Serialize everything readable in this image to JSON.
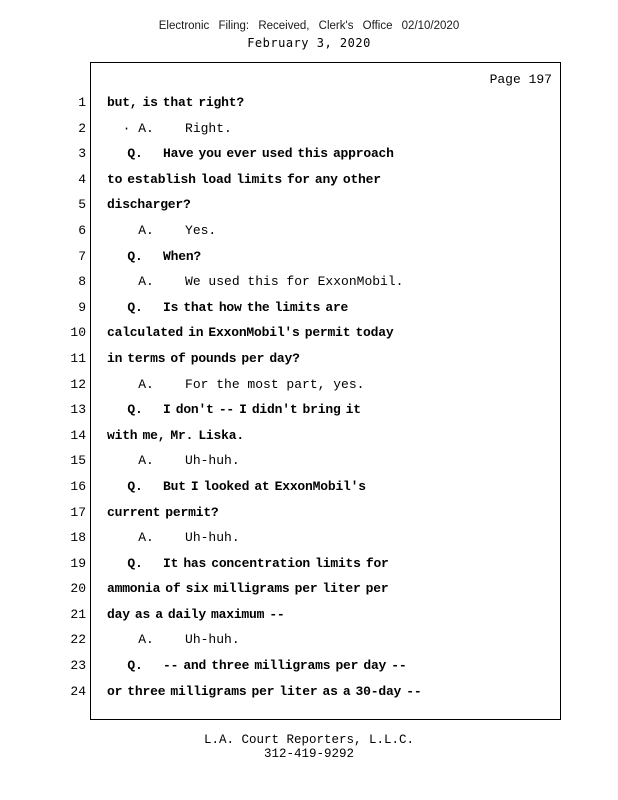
{
  "header": {
    "filing_line": "Electronic Filing: Received, Clerk's Office 02/10/2020",
    "date_line": "February 3, 2020"
  },
  "transcript": {
    "page_label": "Page 197",
    "lines": [
      {
        "num": 1,
        "text": "but, is that right?",
        "bold": true
      },
      {
        "num": 2,
        "text": "  · A.    Right.",
        "bold": false
      },
      {
        "num": 3,
        "text": "    Q.    Have you ever used this approach",
        "bold": true
      },
      {
        "num": 4,
        "text": "to establish load limits for any other",
        "bold": true
      },
      {
        "num": 5,
        "text": "discharger?",
        "bold": true
      },
      {
        "num": 6,
        "text": "    A.    Yes.",
        "bold": false
      },
      {
        "num": 7,
        "text": "    Q.    When?",
        "bold": true
      },
      {
        "num": 8,
        "text": "    A.    We used this for ExxonMobil.",
        "bold": false
      },
      {
        "num": 9,
        "text": "    Q.    Is that how the limits are",
        "bold": true
      },
      {
        "num": 10,
        "text": "calculated in ExxonMobil's permit today",
        "bold": true
      },
      {
        "num": 11,
        "text": "in terms of pounds per day?",
        "bold": true
      },
      {
        "num": 12,
        "text": "    A.    For the most part, yes.",
        "bold": false
      },
      {
        "num": 13,
        "text": "    Q.    I don't -- I didn't bring it",
        "bold": true
      },
      {
        "num": 14,
        "text": "with me, Mr. Liska.",
        "bold": true
      },
      {
        "num": 15,
        "text": "    A.    Uh-huh.",
        "bold": false
      },
      {
        "num": 16,
        "text": "    Q.    But I looked at ExxonMobil's",
        "bold": true
      },
      {
        "num": 17,
        "text": "current permit?",
        "bold": true
      },
      {
        "num": 18,
        "text": "    A.    Uh-huh.",
        "bold": false
      },
      {
        "num": 19,
        "text": "    Q.    It has concentration limits for",
        "bold": true
      },
      {
        "num": 20,
        "text": "ammonia of six milligrams per liter per",
        "bold": true
      },
      {
        "num": 21,
        "text": "day as a daily maximum --",
        "bold": true
      },
      {
        "num": 22,
        "text": "    A.    Uh-huh.",
        "bold": false
      },
      {
        "num": 23,
        "text": "    Q.    -- and three milligrams per day --",
        "bold": true
      },
      {
        "num": 24,
        "text": "or three milligrams per liter as a 30-day --",
        "bold": true
      }
    ]
  },
  "footer": {
    "company": "L.A. Court Reporters, L.L.C.",
    "phone": "312-419-9292"
  }
}
